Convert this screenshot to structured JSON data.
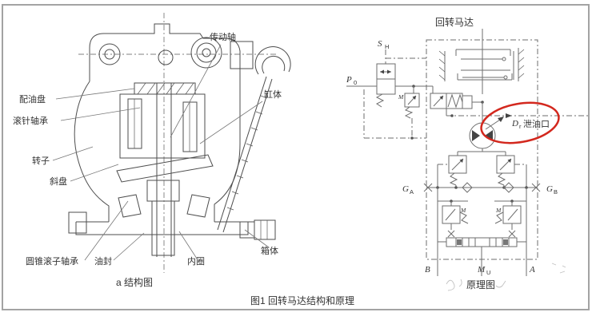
{
  "figure": {
    "caption": "图1 回转马达结构和原理"
  },
  "structural": {
    "subcaption": "a 结构图",
    "labels": {
      "valve_plate": "配油盘",
      "needle_bearing": "滚针轴承",
      "rotor": "转子",
      "swash_plate": "斜盘",
      "tapered_roller_bearing": "圆锥滚子轴承",
      "oil_seal": "油封",
      "inner_ring": "内圈",
      "drive_shaft": "传动轴",
      "cylinder_body": "缸体",
      "housing": "箱体"
    }
  },
  "schematic": {
    "title": "回转马达",
    "subcaption": "原理图",
    "drain_label": "泄油口",
    "highlight_color": "#d3281e",
    "ports": {
      "sh_main": "S",
      "sh_sub": "H",
      "p0_main": "P",
      "p0_sub": "0",
      "dr_main": "D",
      "dr_sub": "r",
      "ga_main": "G",
      "ga_sub": "A",
      "gb_main": "G",
      "gb_sub": "B",
      "b": "B",
      "mu_main": "M",
      "mu_sub": "U",
      "a": "A"
    },
    "valve_labels": {
      "reducing": "M",
      "left_counterbalance": "M",
      "right_counterbalance": "M"
    }
  }
}
